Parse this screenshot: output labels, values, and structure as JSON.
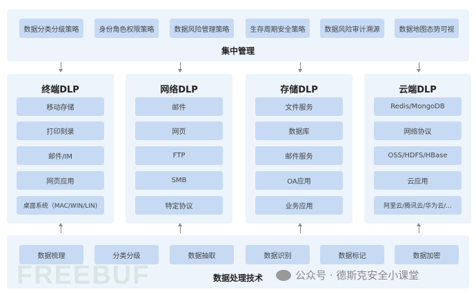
{
  "management": {
    "title": "集中管理",
    "items": [
      "数据分类分级策略",
      "身份角色权限策略",
      "数据风险管理策略",
      "生存周期安全策略",
      "数据风险审计溯源",
      "数据地图态势可视"
    ]
  },
  "columns": [
    {
      "title": "终端DLP",
      "items": [
        "移动存储",
        "打印刻录",
        "邮件/IM",
        "网页应用",
        "桌面系统（MAC/WIN/LIN)"
      ]
    },
    {
      "title": "网络DLP",
      "items": [
        "邮件",
        "网页",
        "FTP",
        "SMB",
        "特定协议"
      ]
    },
    {
      "title": "存储DLP",
      "items": [
        "文件服务",
        "数据库",
        "邮件服务",
        "OA应用",
        "业务应用"
      ]
    },
    {
      "title": "云端DLP",
      "items": [
        "Redis/MongoDB",
        "网络协议",
        "OSS/HDFS/HBase",
        "云应用",
        "阿里云/腾讯云/华为云/..."
      ]
    }
  ],
  "processing": {
    "title": "数据处理技术",
    "items": [
      "数据梳理",
      "分类分级",
      "数据抽取",
      "数据识别",
      "数据标记",
      "数据加密"
    ]
  },
  "watermark": {
    "logo": "FREEBUF",
    "wechat": "公众号 · 德斯克安全小课堂"
  }
}
